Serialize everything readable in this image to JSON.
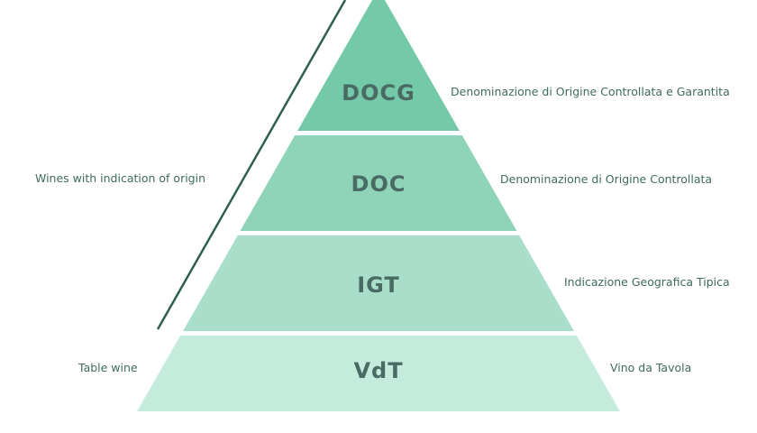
{
  "pyramid": {
    "tiers": [
      {
        "name": "DOCG",
        "description": "Denominazione di Origine Controllata e Garantita",
        "color": "#74c9a8"
      },
      {
        "name": "DOC",
        "description": "Denominazione di Origine Controllata",
        "color": "#8fd4b8"
      },
      {
        "name": "IGT",
        "description": "Indicazione Geografica Tipica",
        "color": "#a9dfca"
      },
      {
        "name": "VdT",
        "description": "Vino da Tavola",
        "color": "#c5ebdd"
      }
    ]
  },
  "groups": {
    "origin_label": "Wines with indication of origin",
    "table_label": "Table wine"
  },
  "colors": {
    "text": "#3f6a60",
    "tier_text": "#4a6a64",
    "bracket_line": "#2f5f50"
  }
}
